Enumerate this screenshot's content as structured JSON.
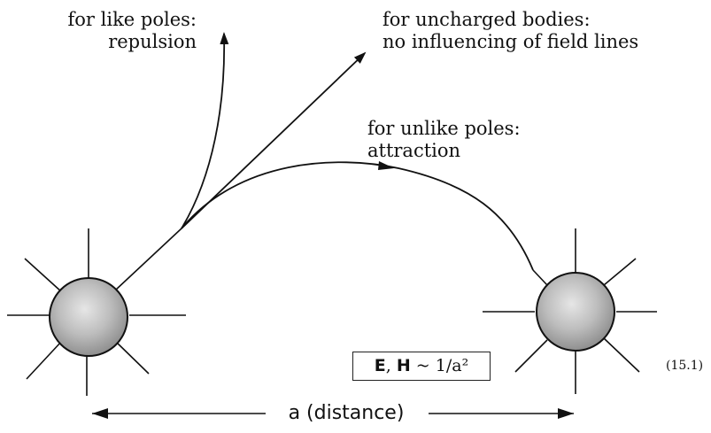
{
  "labels": {
    "like_poles_line1": "for like poles:",
    "like_poles_line2": "repulsion",
    "uncharged_line1": "for uncharged bodies:",
    "uncharged_line2": "no influencing of field lines",
    "unlike_poles_line1": "for unlike poles:",
    "unlike_poles_line2": "attraction",
    "formula_E": "E",
    "formula_sep": ", ",
    "formula_H": "H",
    "formula_rest": " ~ 1/a²",
    "equation_number": "(15.1)",
    "distance": "a (distance)"
  },
  "colors": {
    "ink": "#111111",
    "sphere_fill": "#c9c9c9"
  }
}
